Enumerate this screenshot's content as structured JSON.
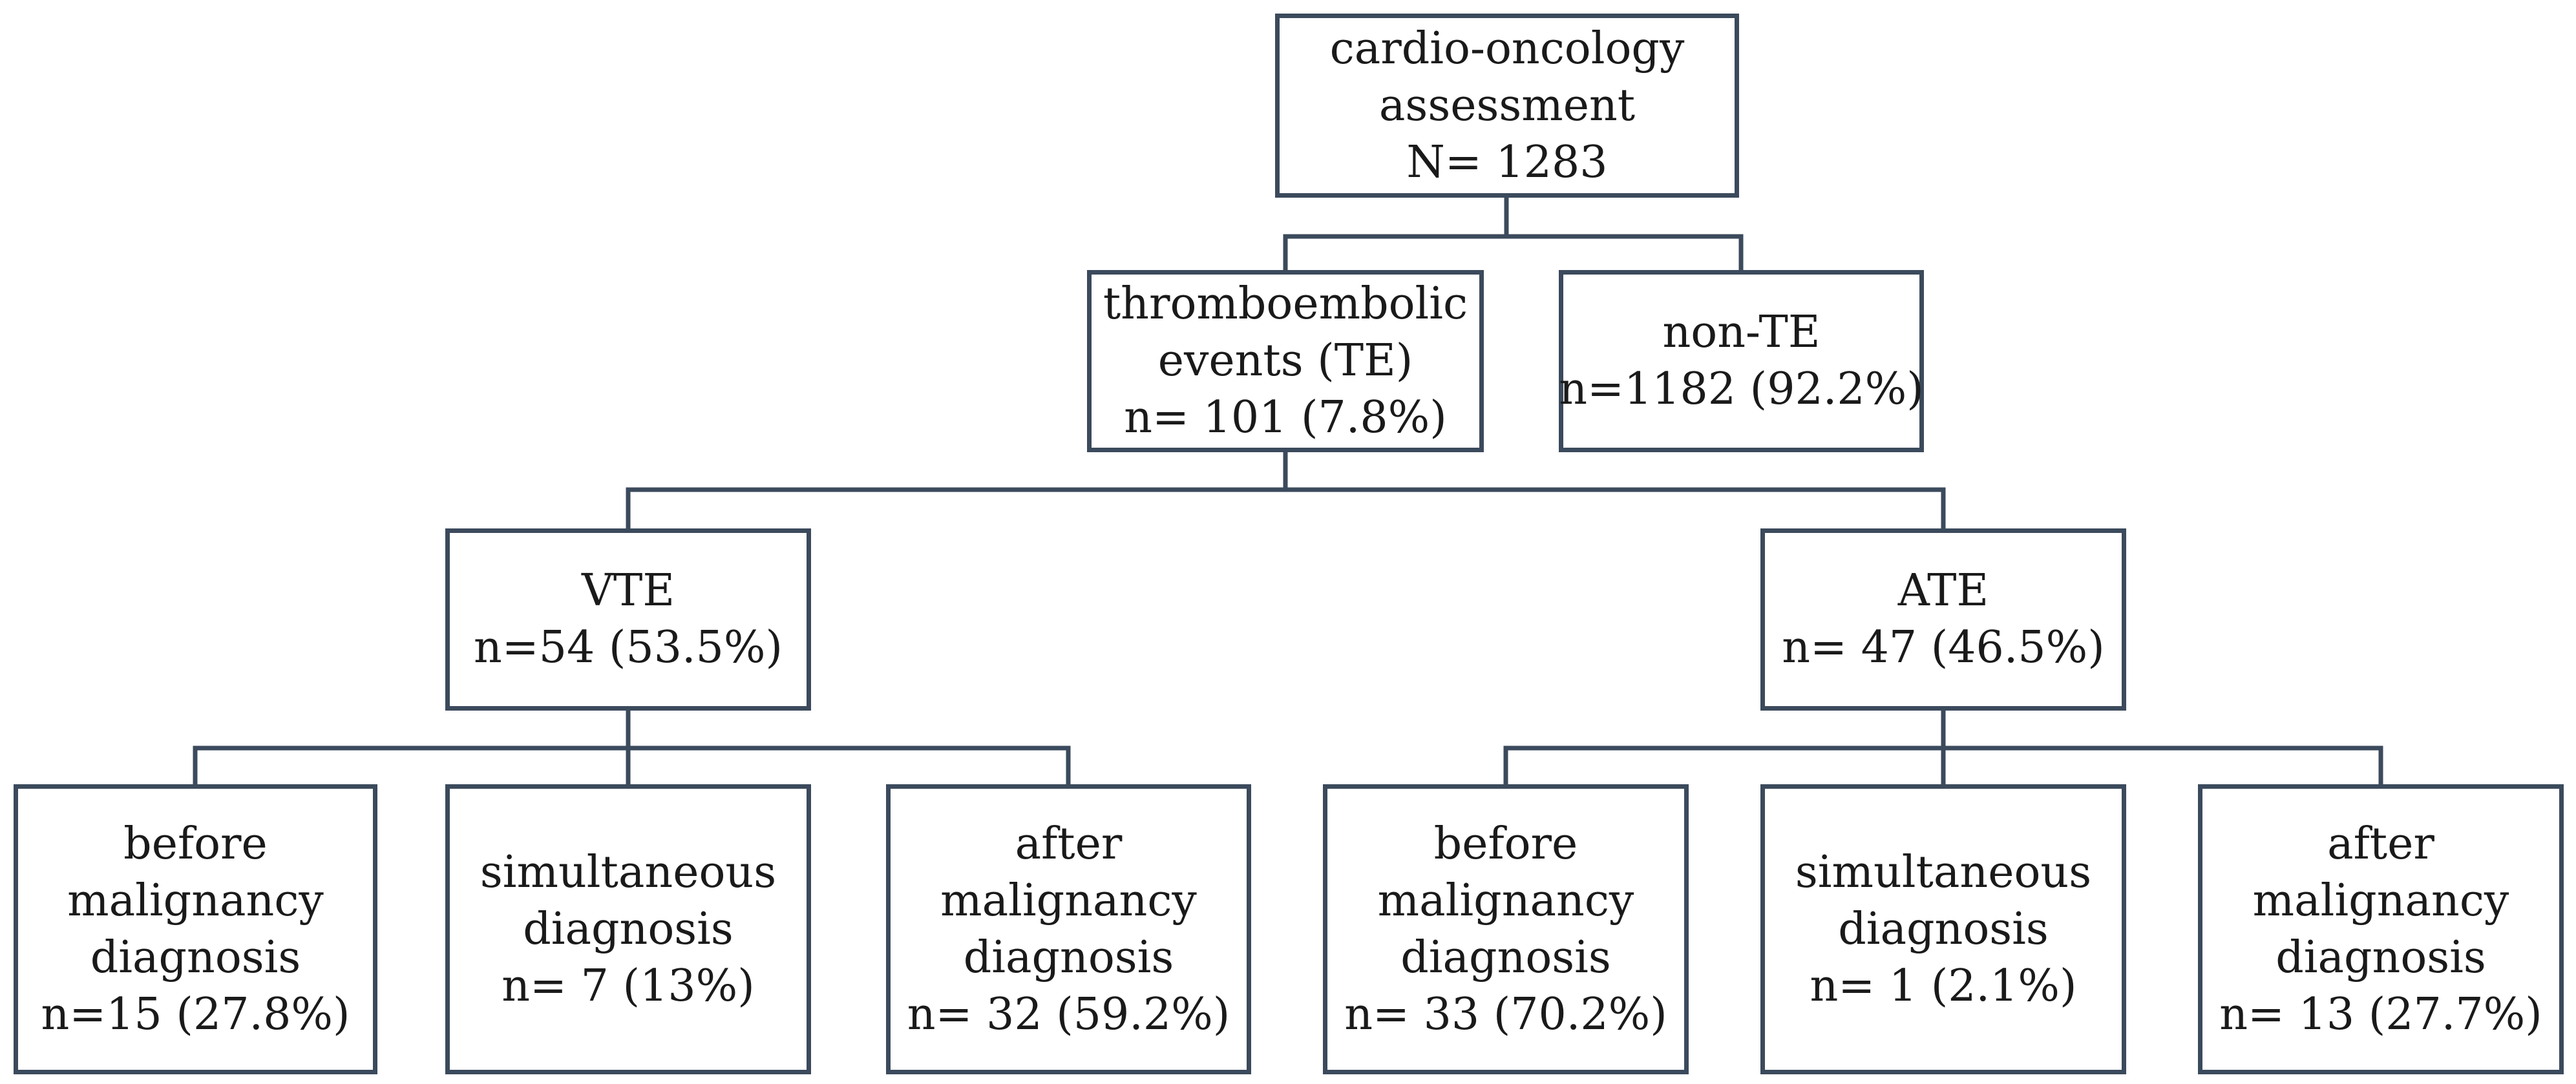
{
  "colors": {
    "stroke": "#3b4a5c",
    "background": "#ffffff",
    "text": "#1a1a1a"
  },
  "nodes": {
    "root": {
      "line1": "cardio-oncology",
      "line2": "assessment",
      "line3": "N= 1283"
    },
    "te": {
      "line1": "thromboembolic",
      "line2": "events (TE)",
      "line3": "n= 101 (7.8%)"
    },
    "non_te": {
      "line1": "non-TE",
      "line2": "n=1182 (92.2%)"
    },
    "vte": {
      "line1": "VTE",
      "line2": "n=54 (53.5%)"
    },
    "ate": {
      "line1": "ATE",
      "line2": "n= 47 (46.5%)"
    },
    "vte_before": {
      "line1": "before",
      "line2": "malignancy",
      "line3": "diagnosis",
      "line4": "n=15 (27.8%)"
    },
    "vte_simultaneous": {
      "line1": "simultaneous",
      "line2": "diagnosis",
      "line3": "n= 7 (13%)"
    },
    "vte_after": {
      "line1": "after",
      "line2": "malignancy",
      "line3": "diagnosis",
      "line4": "n= 32 (59.2%)"
    },
    "ate_before": {
      "line1": "before",
      "line2": "malignancy",
      "line3": "diagnosis",
      "line4": "n= 33 (70.2%)"
    },
    "ate_simultaneous": {
      "line1": "simultaneous",
      "line2": "diagnosis",
      "line3": "n= 1 (2.1%)"
    },
    "ate_after": {
      "line1": "after",
      "line2": "malignancy",
      "line3": "diagnosis",
      "line4": "n= 13 (27.7%)"
    }
  }
}
